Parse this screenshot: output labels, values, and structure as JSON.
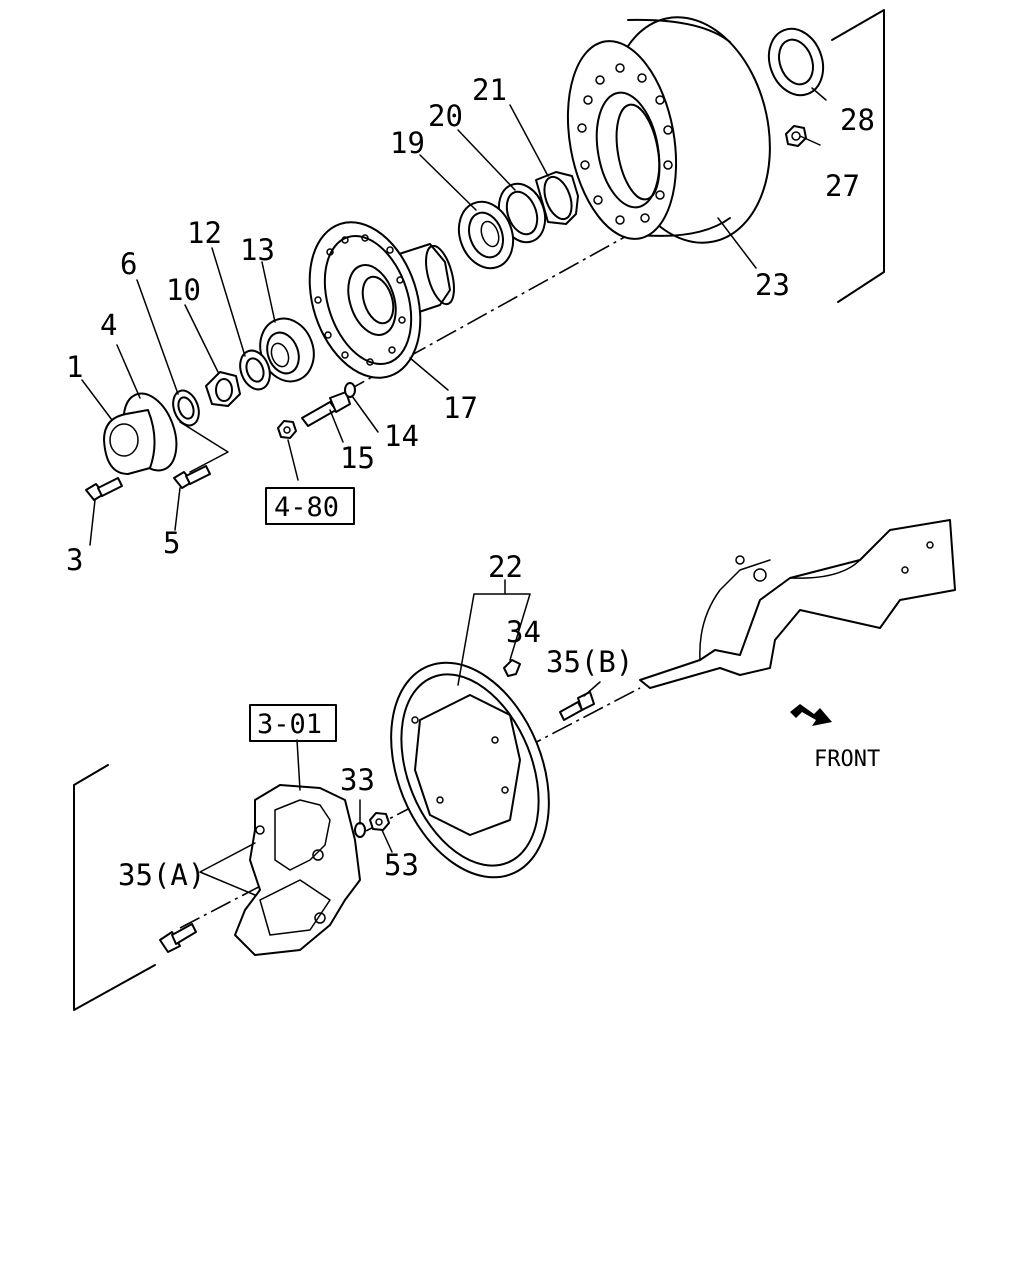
{
  "callouts": {
    "p1": "1",
    "p3": "3",
    "p4": "4",
    "p5": "5",
    "p6": "6",
    "p10": "10",
    "p12": "12",
    "p13": "13",
    "p14": "14",
    "p15": "15",
    "p17": "17",
    "p19": "19",
    "p20": "20",
    "p21": "21",
    "p22": "22",
    "p23": "23",
    "p27": "27",
    "p28": "28",
    "p33": "33",
    "p34": "34",
    "p35a": "35(A)",
    "p35b": "35(B)",
    "p53": "53"
  },
  "references": {
    "ref_4_80": "4-80",
    "ref_3_01": "3-01"
  },
  "direction": {
    "front_label": "FRONT",
    "arrow_icon": "front-arrow-icon"
  }
}
